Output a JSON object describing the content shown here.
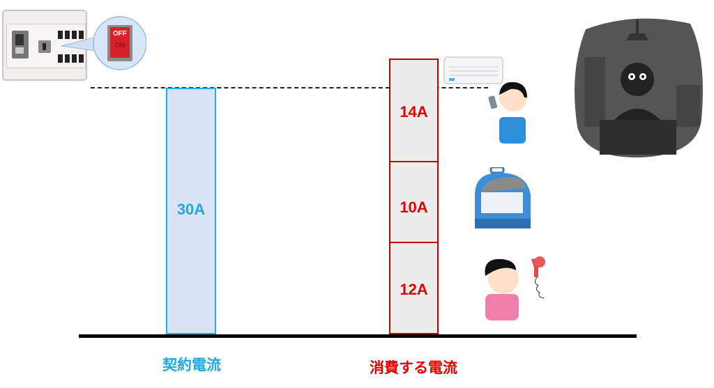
{
  "breaker": {
    "switch_off": "OFF",
    "switch_on": "ON"
  },
  "contract": {
    "value_label": "30A",
    "caption": "契約電流",
    "color": "#1fa8e0"
  },
  "consumption": {
    "caption": "消費する電流",
    "color": "#e00000",
    "items": [
      {
        "label": "14A",
        "appliance": "air-conditioner"
      },
      {
        "label": "10A",
        "appliance": "dish-dryer"
      },
      {
        "label": "12A",
        "appliance": "hair-dryer"
      }
    ]
  }
}
